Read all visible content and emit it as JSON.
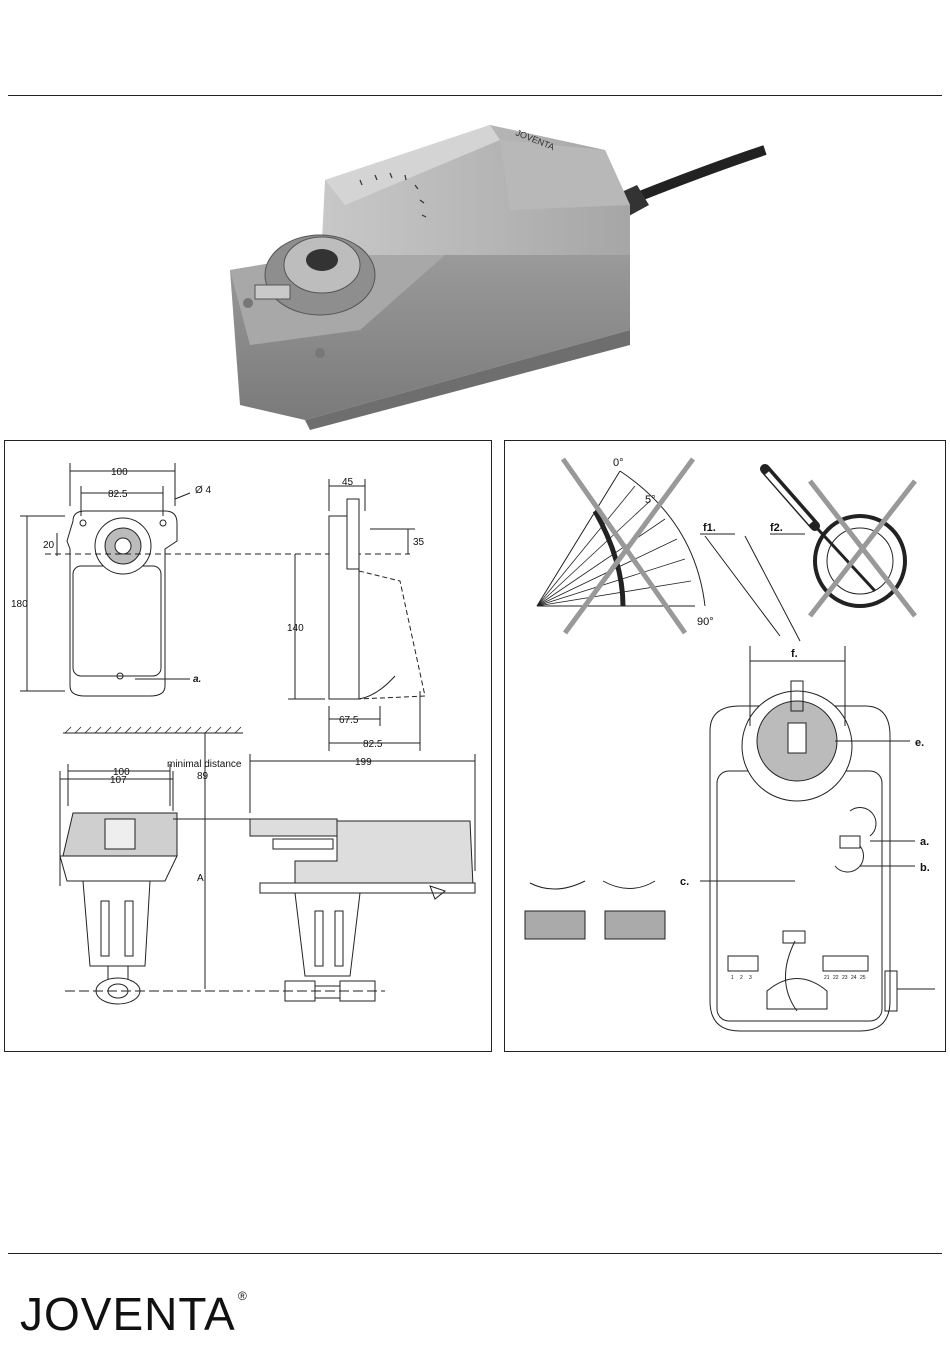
{
  "brand": {
    "logo_text": "JOVENTA",
    "registered": "®",
    "case_label": "JOVENTA"
  },
  "dimensions": {
    "top_width": "100",
    "hole_spacing": "82.5",
    "hole_dia": "Ø 4",
    "offset_20": "20",
    "height_180": "180",
    "label_a": "a.",
    "side_45": "45",
    "side_35": "35",
    "side_140": "140",
    "side_67": "67.5",
    "side_82": "82.5",
    "min_distance_label": "minimal distance",
    "min_distance_value": "89",
    "front_107": "107",
    "front_100": "100",
    "height_A": "A",
    "length_199": "199"
  },
  "adjust": {
    "angle_0": "0°",
    "angle_5": "5°",
    "angle_90": "90°",
    "f1": "f1.",
    "f2": "f2.",
    "f": "f.",
    "e": "e.",
    "a": "a.",
    "b": "b.",
    "c": "c.",
    "term_left": [
      "1",
      "2",
      "3"
    ],
    "term_right": [
      "21",
      "22",
      "23",
      "24",
      "25"
    ]
  }
}
